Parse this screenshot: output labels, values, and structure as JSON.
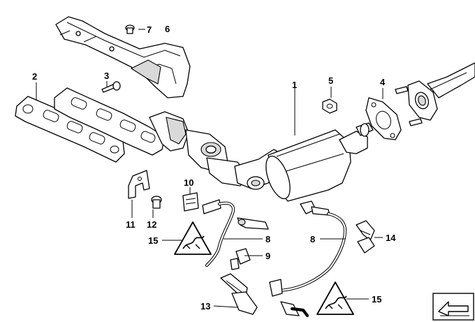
{
  "diagram": {
    "callouts": {
      "c1": "1",
      "c2": "2",
      "c3": "3",
      "c4": "4",
      "c5": "5",
      "c6": "6",
      "c7": "7",
      "c8a": "8",
      "c8b": "8",
      "c9": "9",
      "c10": "10",
      "c11": "11",
      "c12": "12",
      "c13": "13",
      "c14": "14",
      "c15a": "15",
      "c15b": "15"
    },
    "icons": {
      "warning": "hot-surface-warning-icon",
      "nav": "navigation-arrow-icon"
    },
    "colors": {
      "line": "#000000",
      "shade": "#d9d9d9",
      "background": "#ffffff"
    }
  }
}
